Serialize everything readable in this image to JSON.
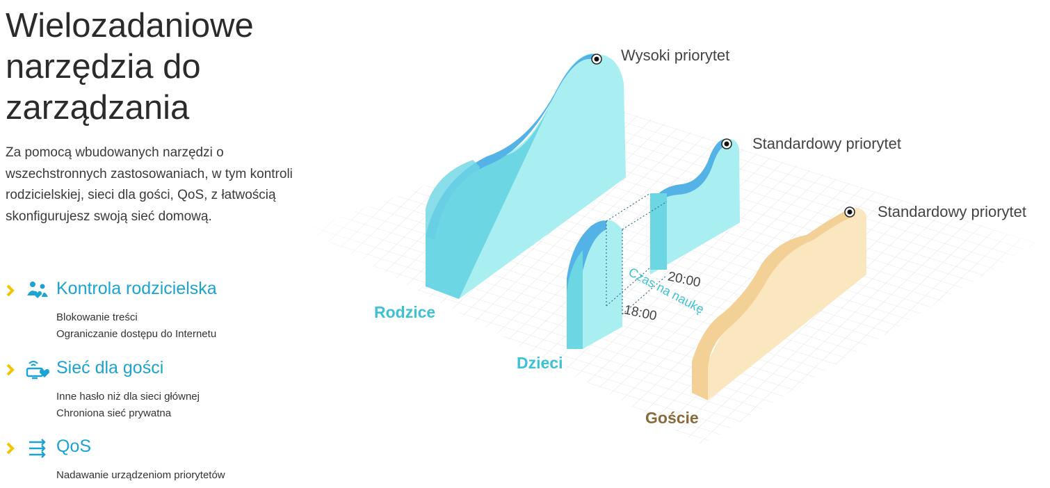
{
  "headline": "Wielozadaniowe\nnarzędzia do\nzarządzania",
  "intro": "Za pomocą wbudowanych narzędzi o wszechstronnych zastosowaniach, w tym kontroli rodzicielskiej, sieci dla gości, QoS, z łatwością skonfigurujesz swoją sieć domową.",
  "features": [
    {
      "icon": "parental-control-icon",
      "title": "Kontrola rodzicielska",
      "lines": [
        "Blokowanie treści",
        "Ograniczanie dostępu do Internetu"
      ]
    },
    {
      "icon": "guest-network-icon",
      "title": "Sieć dla gości",
      "lines": [
        "Inne hasło niż dla sieci głównej",
        "Chroniona sieć prywatna"
      ]
    },
    {
      "icon": "qos-icon",
      "title": "QoS",
      "lines": [
        "Nadawanie urządzeniom priorytetów"
      ]
    }
  ],
  "illustration": {
    "priority_high": "Wysoki priorytet",
    "priority_standard_kids": "Standardowy priorytet",
    "priority_standard_guests": "Standardowy priorytet",
    "group_parents": "Rodzice",
    "group_kids": "Dzieci",
    "group_guests": "Goście",
    "time_start": "18:00",
    "time_end": "20:00",
    "study_time": "Czas na naukę"
  },
  "colors": {
    "accent_blue": "#1aa3d4",
    "arrow_yellow": "#f5c400",
    "cyan_front": "#6dd6e3",
    "cyan_top": "#55b2e6",
    "cyan_side": "#a9eef0",
    "guest_front": "#f3d196",
    "guest_side": "#fae6bf",
    "guest_label": "#8a6a3c",
    "cyan_label": "#3cc2d4"
  }
}
